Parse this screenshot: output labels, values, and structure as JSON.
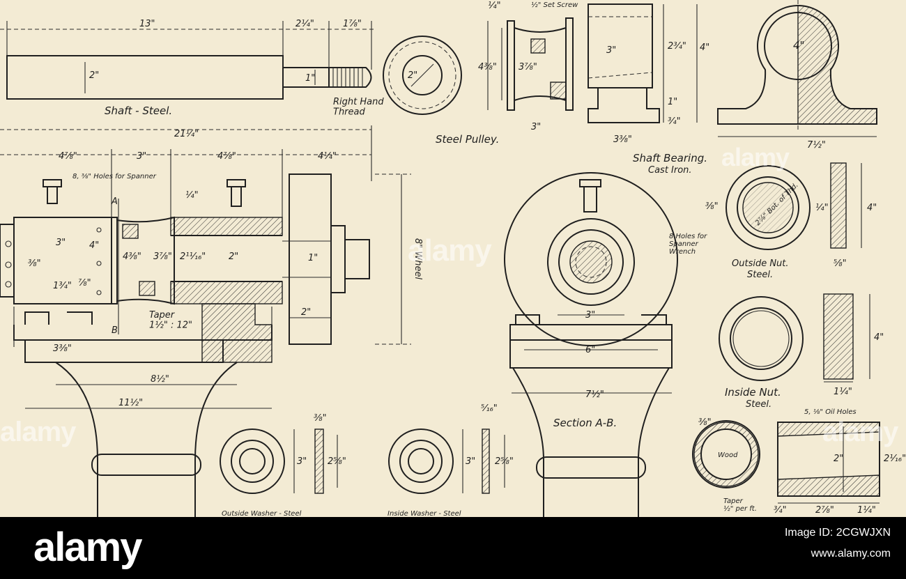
{
  "parts": {
    "shaft": {
      "title": "Shaft - Steel.",
      "note": "Right Hand\nThread",
      "dims": [
        "13\"",
        "2¼\"",
        "1⅞\"",
        "2\"",
        "1\""
      ]
    },
    "pulley": {
      "title": "Steel Pulley.",
      "dims": [
        "4⅜\"",
        "3⅞\"",
        "2\"",
        "3\"",
        "¼\"",
        "½\" Set Screw"
      ]
    },
    "bearing": {
      "title": "Shaft Bearing.",
      "material": "Cast Iron.",
      "dims": [
        "3\"",
        "2¾\"",
        "4\"",
        "1\"",
        "¾\"",
        "3⅜\"",
        "7½\"",
        "4\""
      ]
    },
    "assembly": {
      "overall": "21¼\"",
      "spans": [
        "4⅞\"",
        "3\"",
        "4⅞\"",
        "4¼\""
      ],
      "holes_note": "8, ⅜\" Holes for Spanner",
      "dims": [
        "¼\"",
        "3\"",
        "4\"",
        "4⅜\"",
        "3⅞\"",
        "2¹¹⁄₁₆\"",
        "2\"",
        "1\"",
        "⅜\"",
        "1¾\"",
        "⅞\"",
        "3⅜\"",
        "8½\"",
        "11½\"",
        "2\""
      ],
      "section_a": "A",
      "section_b": "B",
      "taper": "Taper\n1½\" : 12\"",
      "wheel": "8\" Wheel"
    },
    "section_ab": {
      "title": "Section A-B.",
      "dims": [
        "3\"",
        "6\"",
        "7½\""
      ]
    },
    "outside_nut": {
      "title": "Outside Nut.",
      "material": "Steel.",
      "dims": [
        "2⅞\" Bot. of Thd.",
        "⅜\"",
        "4\"",
        "⅝\"",
        "¼\""
      ],
      "holes_note": "8 Holes for\nSpanner\nWrench"
    },
    "inside_nut": {
      "title": "Inside Nut.",
      "material": "Steel.",
      "dims": [
        "4\"",
        "1¼\""
      ]
    },
    "bushing": {
      "oil_note": "5, ⅛\" Oil Holes",
      "wood_label": "Wood",
      "taper": "Taper\n½\" per ft.",
      "dims": [
        "2\"",
        "2¹⁄₁₆\"",
        "¾\"",
        "2⅞\"",
        "1¼\"",
        "⅜\""
      ]
    },
    "outside_washer": {
      "title": "Outside Washer - Steel",
      "dims": [
        "3\"",
        "2⅝\"",
        "⅜\""
      ]
    },
    "inside_washer": {
      "title": "Inside Washer - Steel",
      "dims": [
        "3\"",
        "2⅝\"",
        "⁵⁄₁₆\""
      ]
    }
  },
  "watermark": "alamy",
  "footer": {
    "logo": "alamy",
    "image_id": "Image ID: 2CGWJXN",
    "url": "www.alamy.com"
  },
  "colors": {
    "paper": "#f3ebd4",
    "ink": "#1f1f1f",
    "footer": "#000000"
  }
}
